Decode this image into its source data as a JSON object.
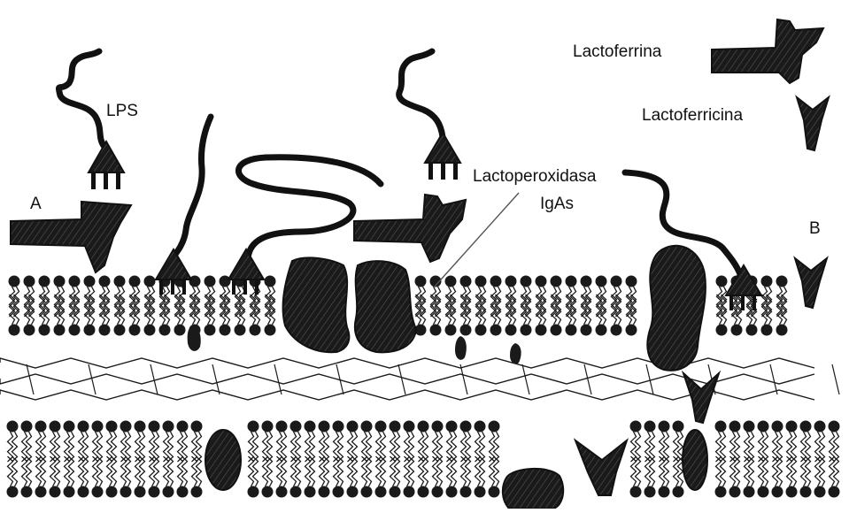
{
  "labels": {
    "lps": "LPS",
    "a": "A",
    "b": "B",
    "lactoperoxidasa": "Lactoperoxidasa",
    "igas": "IgAs"
  },
  "legend": {
    "lactoferrina": "Lactoferrina",
    "lactoferricina": "Lactoferricina"
  },
  "colors": {
    "ink": "#1a1a1a",
    "hatch": "#3a3a3a",
    "background": "#ffffff"
  }
}
